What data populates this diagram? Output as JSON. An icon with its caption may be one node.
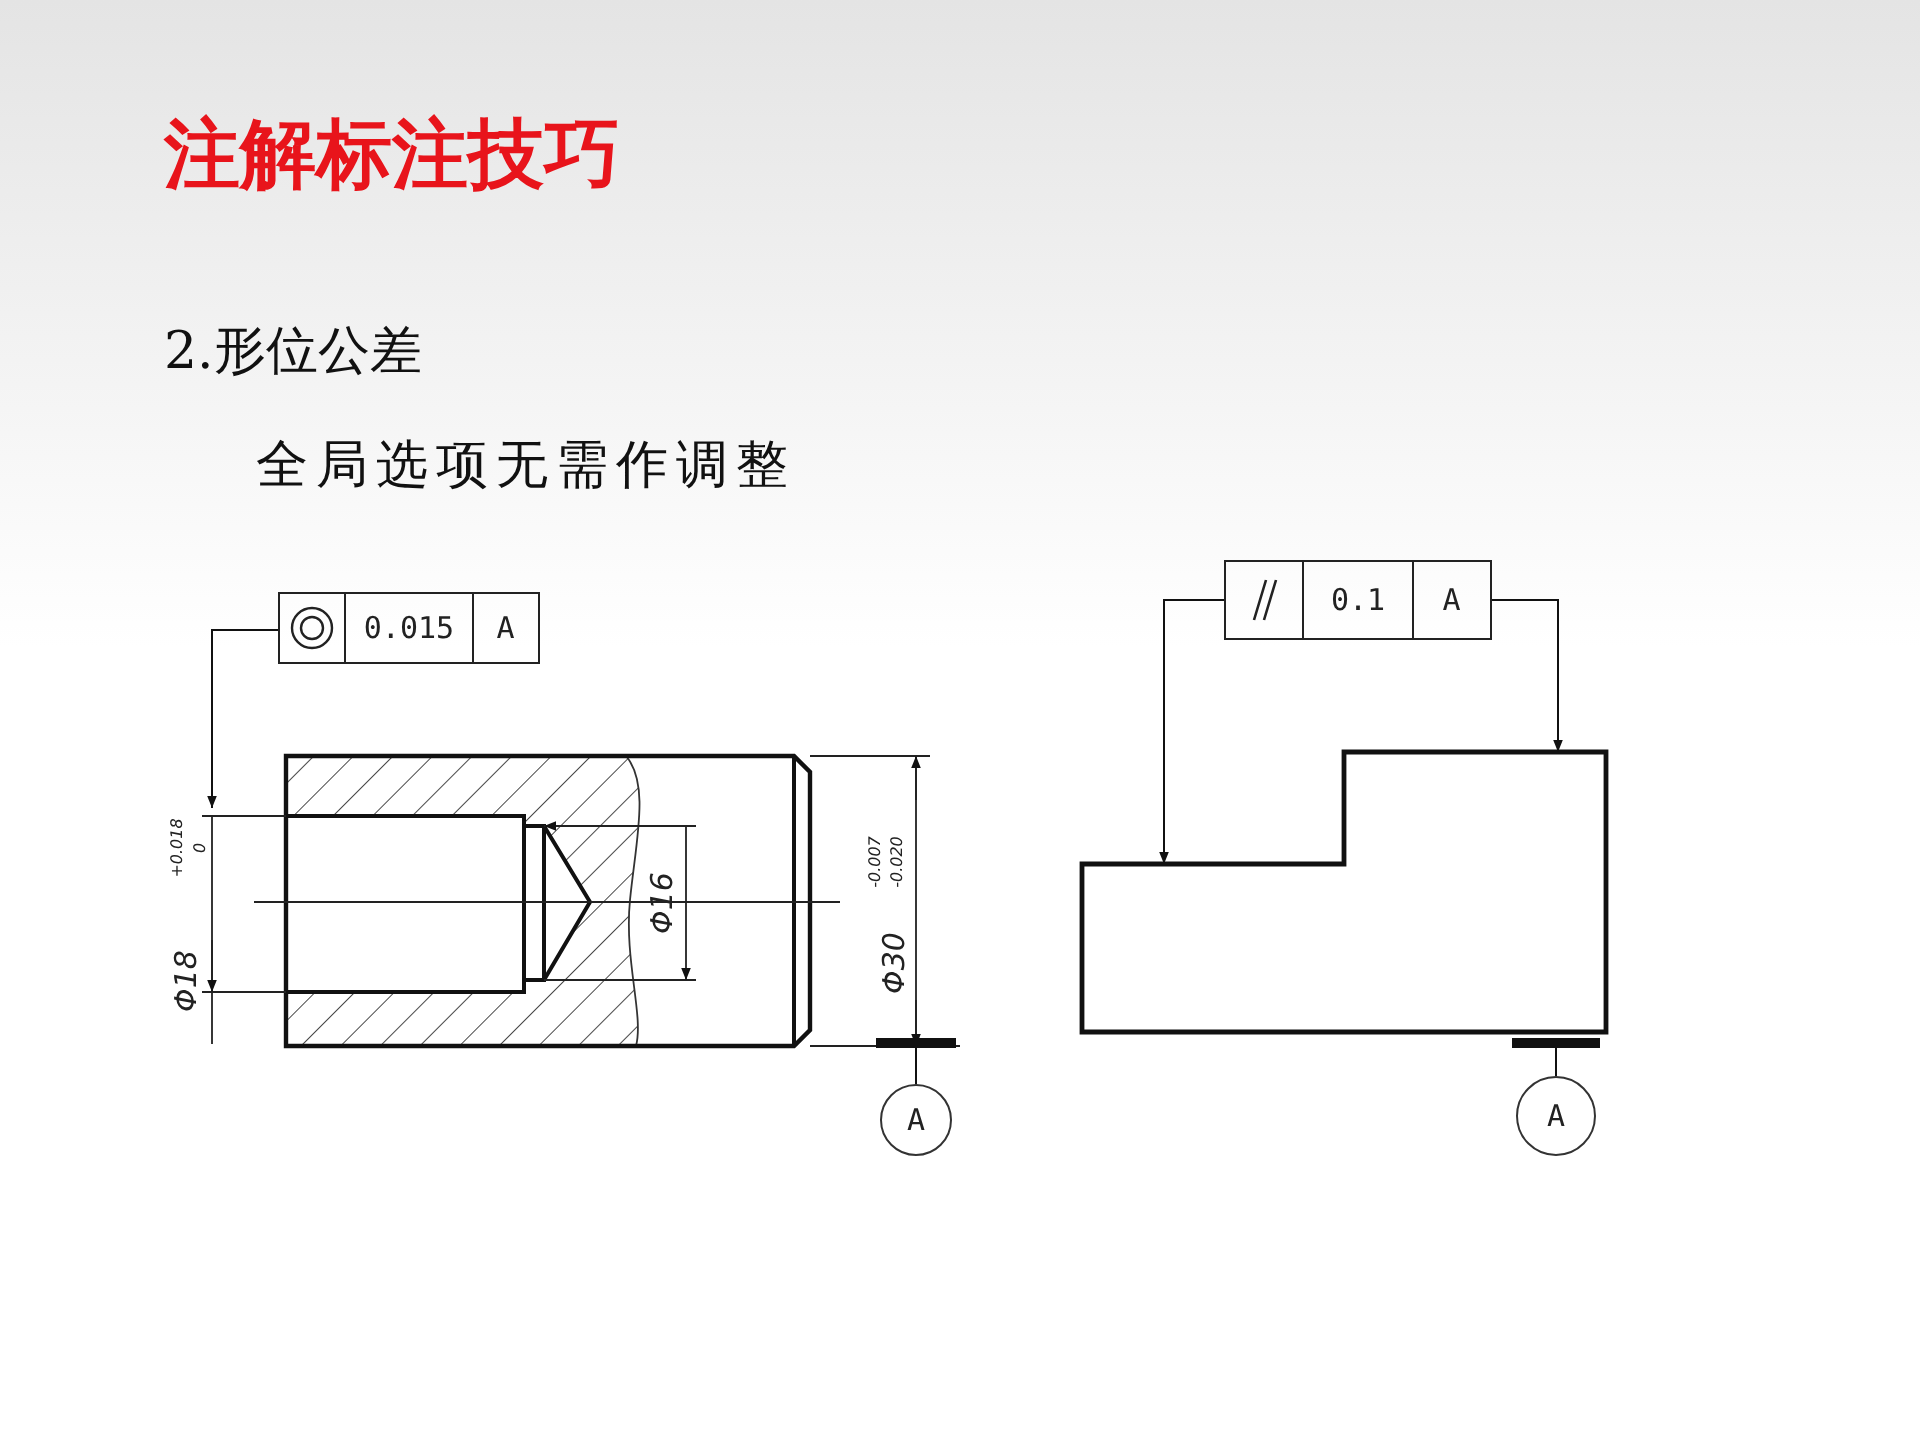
{
  "diagram": {
    "title": "注解标注技巧",
    "nodes": [
      {
        "text": [
          "0.015",
          "A"
        ]
      },
      {
        "text": [],
        "shape": "picture"
      },
      {
        "text": [
          "A"
        ]
      },
      {
        "text": [
          "0.1",
          "A"
        ]
      },
      {
        "text": [],
        "shape": "picture"
      },
      {
        "text": [
          "A"
        ]
      }
    ],
    "edges": [
      {
        "from": 0,
        "to": 1,
        "arrow": "to"
      },
      {
        "from": 2,
        "to": 1,
        "arrow": "none"
      },
      {
        "from": 3,
        "to": 4,
        "arrow": "to"
      },
      {
        "from": 3,
        "to": 4,
        "arrow": "to"
      },
      {
        "from": 5,
        "to": 4,
        "arrow": "none"
      }
    ],
    "labels": [
      "2.形位公差",
      "全局选项无需作调整",
      "Φ18",
      "+0.018",
      "0",
      "Φ16",
      "Φ30",
      "-0.007",
      "-0.020"
    ]
  }
}
